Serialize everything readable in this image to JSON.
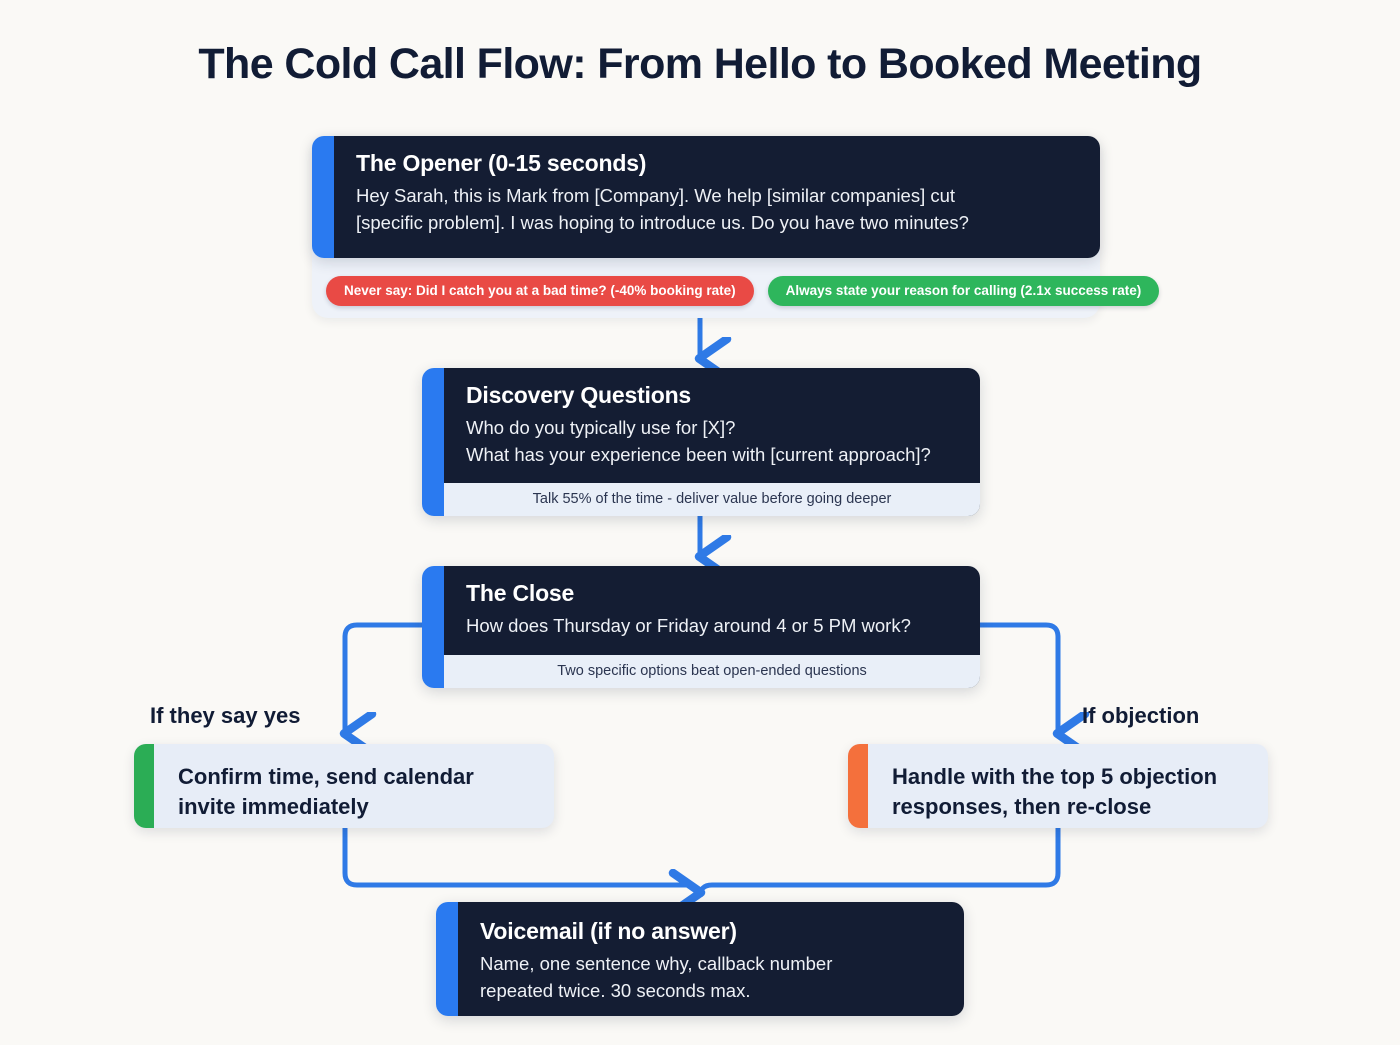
{
  "page": {
    "title": "The Cold Call Flow: From Hello to Booked Meeting",
    "background_color": "#faf9f6"
  },
  "colors": {
    "accent_blue": "#2a7af0",
    "connector_blue": "#2f7ae6",
    "card_dark": "#141d33",
    "note_bg": "#e9eff8",
    "panel_bg": "#eef2f9",
    "pill_red": "#e94a45",
    "pill_green": "#2eb65c",
    "accent_green": "#2bad55",
    "accent_orange": "#f4703c",
    "text_dark": "#111c35"
  },
  "steps": {
    "opener": {
      "title": "The Opener (0-15 seconds)",
      "line1": "Hey Sarah, this is Mark from [Company]. We help [similar companies] cut",
      "line2": "[specific problem]. I was hoping to introduce us. Do you have two minutes?",
      "accent_color": "#2a7af0",
      "pills": [
        {
          "label": "Never say: Did I catch you at a bad time? (-40% booking rate)",
          "tone": "bad",
          "color": "#e94a45"
        },
        {
          "label": "Always state your reason for calling (2.1x success rate)",
          "tone": "good",
          "color": "#2eb65c"
        }
      ]
    },
    "discovery": {
      "title": "Discovery Questions",
      "line1": "Who do you typically use for [X]?",
      "line2": "What has your experience been with [current approach]?",
      "note": "Talk 55% of the time - deliver value before going deeper",
      "accent_color": "#2a7af0"
    },
    "close": {
      "title": "The Close",
      "line1": "How does Thursday or Friday around 4 or 5 PM work?",
      "note": "Two specific options beat open-ended questions",
      "accent_color": "#2a7af0"
    },
    "yes_branch": {
      "label": "If they say yes",
      "line1": "Confirm time, send calendar",
      "line2": "invite immediately",
      "accent_color": "#2bad55"
    },
    "objection_branch": {
      "label": "If objection",
      "line1": "Handle with the top 5 objection",
      "line2": "responses, then re-close",
      "accent_color": "#f4703c"
    },
    "voicemail": {
      "title": "Voicemail (if no answer)",
      "line1": "Name, one sentence why, callback number",
      "line2": "repeated twice. 30 seconds max.",
      "accent_color": "#2a7af0"
    }
  }
}
